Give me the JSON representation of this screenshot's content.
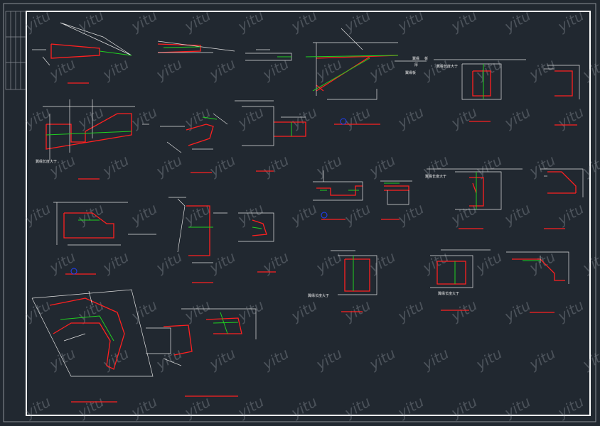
{
  "drawing": {
    "watermark": "yitu",
    "labels": [
      "翼缘长度大于",
      "翼缘长度大于",
      "翼缘长度大于",
      "翼缘长度大于",
      "翼缘长度大于"
    ],
    "notes": [
      "翼缘",
      "板",
      "厚",
      "翼缘板"
    ]
  },
  "colors": {
    "background": "#212830",
    "frame": "#ffffff",
    "section": "#ff2020",
    "center": "#20d020",
    "dim": "#e0e0e0",
    "title_bar": "#ff2020",
    "cyan": "#20c0c0",
    "blue": "#2040ff"
  }
}
